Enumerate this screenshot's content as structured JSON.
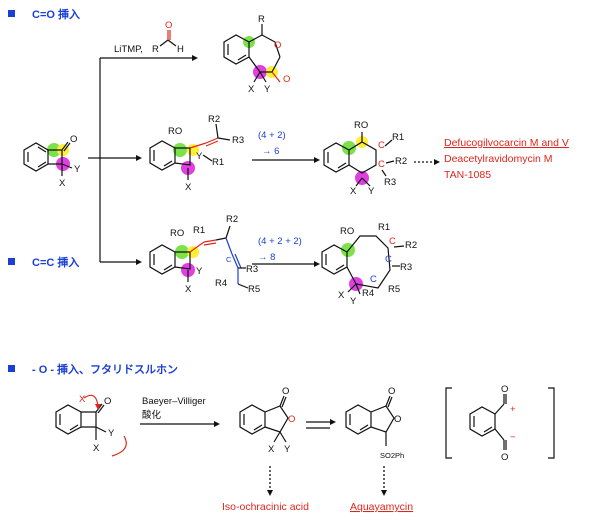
{
  "sections": {
    "co": "C=O 挿入",
    "cc": "C=C 挿入",
    "o": "- O - 挿入、フタリドスルホン"
  },
  "reagents": {
    "litmp": "LiTMP,",
    "r": "R",
    "h": "H",
    "o": "O",
    "cyclo_6": "(4 + 2)",
    "arrow_6": "→ 6",
    "cyclo_8": "(4 + 2 + 2)",
    "arrow_8": "→ 8",
    "baeyer": "Baeyer–Villiger",
    "oxidation": "酸化"
  },
  "atoms": {
    "O": "O",
    "X": "X",
    "Y": "Y",
    "R": "R",
    "R1": "R1",
    "R2": "R2",
    "R3": "R3",
    "R4": "R4",
    "R5": "R5",
    "RO": "RO",
    "C": "C",
    "SO2Ph": "SO2Ph",
    "plus": "+",
    "minus": "−"
  },
  "products": {
    "defuco": "Defucogilvocarcin M and V",
    "deacetyl": "Deacetylravidomycin M",
    "tan": "TAN-1085",
    "isoochracinic": "Iso-ochracinic acid",
    "aquayamycin": "Aquayamycin"
  },
  "colors": {
    "blue": "#1a3fd6",
    "red": "#e0261c",
    "green": "#7be24a",
    "yellow": "#ffee33",
    "magenta": "#e040e0"
  }
}
